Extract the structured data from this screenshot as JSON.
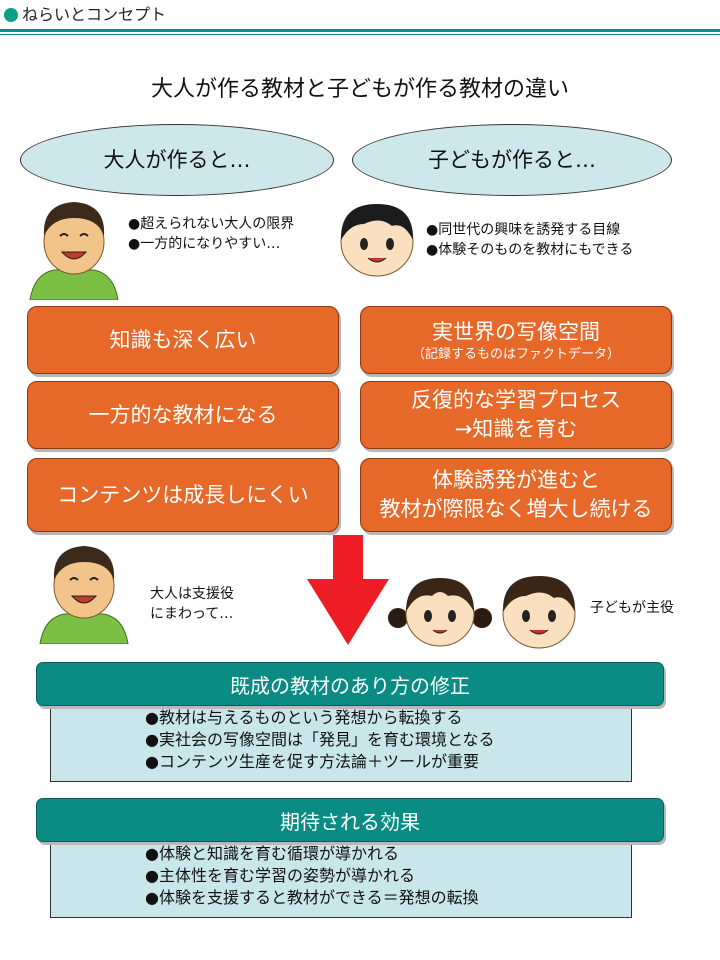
{
  "header": {
    "title": "ねらいとコンセプト"
  },
  "main_title": "大人が作る教材と子どもが作る教材の違い",
  "left": {
    "ellipse": "大人が作ると…",
    "bullets": [
      "●超えられない大人の限界",
      "●一方的になりやすい…"
    ],
    "boxes": [
      {
        "main": "知識も深く広い"
      },
      {
        "main": "一方的な教材になる"
      },
      {
        "main": "コンテンツは成長しにくい"
      }
    ]
  },
  "right": {
    "ellipse": "子どもが作ると…",
    "bullets": [
      "●同世代の興味を誘発する目線",
      "●体験そのものを教材にもできる"
    ],
    "boxes": [
      {
        "main": "実世界の写像空間",
        "sub": "（記録するものはファクトデータ）"
      },
      {
        "line1": "反復的な学習プロセス",
        "line2": "→知識を育む"
      },
      {
        "line1": "体験誘発が進むと",
        "line2": "教材が際限なく増大し続ける"
      }
    ]
  },
  "roles": {
    "adult_line1": "大人は支援役",
    "adult_line2": "にまわって…",
    "child": "子どもが主役"
  },
  "section1": {
    "title": "既成の教材のあり方の修正",
    "items": [
      "●教材は与えるものという発想から転換する",
      "●実社会の写像空間は「発見」を育む環境となる",
      "●コンテンツ生産を促す方法論＋ツールが重要"
    ]
  },
  "section2": {
    "title": "期待される効果",
    "items": [
      "●体験と知識を育む循環が導かれる",
      "●主体性を育む学習の姿勢が導かれる",
      "●体験を支援すると教材ができる＝発想の転換"
    ]
  },
  "icons": {
    "adult": "adult-face-icon",
    "boy": "boy-face-icon",
    "girl": "girl-face-icon",
    "arrow": "red-down-arrow-icon"
  },
  "colors": {
    "orange": "#e6692a",
    "teal": "#0a8c84",
    "light_teal": "#c9e6ea",
    "ellipse": "#cde7ea",
    "arrow": "#ee1c25"
  }
}
